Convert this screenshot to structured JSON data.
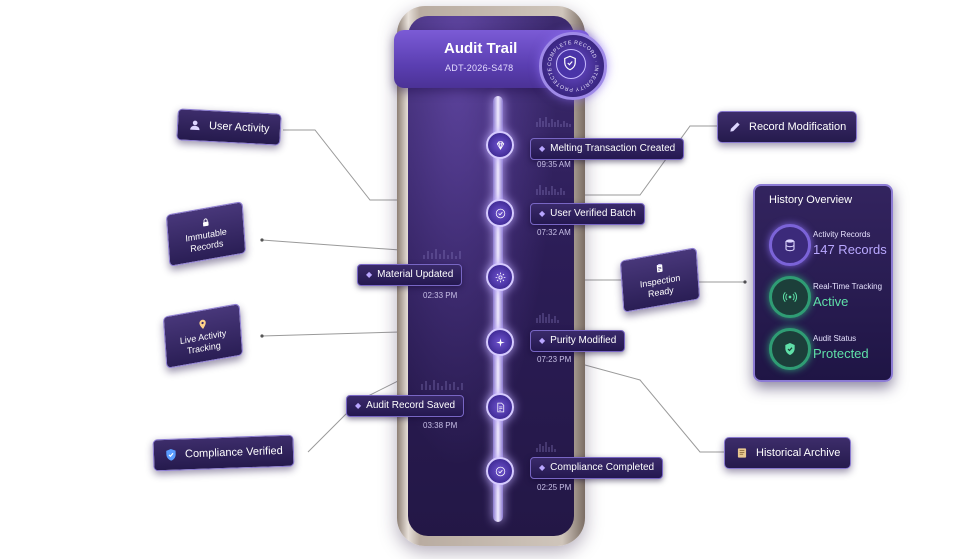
{
  "app": {
    "title": "Audit Trail",
    "record_id": "ADT-2026-S478",
    "seal_text": "COMPLETE RECORD · INTEGRITY PROTECTED"
  },
  "timeline": [
    {
      "label": "Melting Transaction Created",
      "time": "09:35 AM",
      "icon": "diamond-icon",
      "side": "right"
    },
    {
      "label": "User Verified Batch",
      "time": "07:32 AM",
      "icon": "check-shield-icon",
      "side": "right"
    },
    {
      "label": "Material Updated",
      "time": "02:33 PM",
      "icon": "gear-icon",
      "side": "left"
    },
    {
      "label": "Purity Modified",
      "time": "07:23 PM",
      "icon": "sparkle-icon",
      "side": "right"
    },
    {
      "label": "Audit Record Saved",
      "time": "03:38 PM",
      "icon": "document-icon",
      "side": "left"
    },
    {
      "label": "Compliance Completed",
      "time": "02:25 PM",
      "icon": "check-circle-icon",
      "side": "right"
    }
  ],
  "features": {
    "user_activity": "User Activity",
    "immutable_records": [
      "Immutable",
      "Records"
    ],
    "live_tracking": [
      "Live Activity",
      "Tracking"
    ],
    "compliance_verified": "Compliance Verified",
    "record_modification": "Record Modification",
    "inspection_ready": [
      "Inspection",
      "Ready"
    ],
    "historical_archive": "Historical Archive"
  },
  "history": {
    "title": "History Overview",
    "stats": [
      {
        "label": "Activity Records",
        "value": "147 Records",
        "color": "#b9a8ff",
        "ring": "#7b63d8",
        "icon": "database-icon"
      },
      {
        "label": "Real-Time Tracking",
        "value": "Active",
        "color": "#5fe0a8",
        "ring": "#2f9c74",
        "icon": "radar-icon"
      },
      {
        "label": "Audit Status",
        "value": "Protected",
        "color": "#5fe0a8",
        "ring": "#2f9c74",
        "icon": "shield-check-icon"
      }
    ]
  },
  "colors": {
    "accent": "#6f54cf",
    "panel_border": "#8c7bd4",
    "success": "#5fe0a8"
  }
}
